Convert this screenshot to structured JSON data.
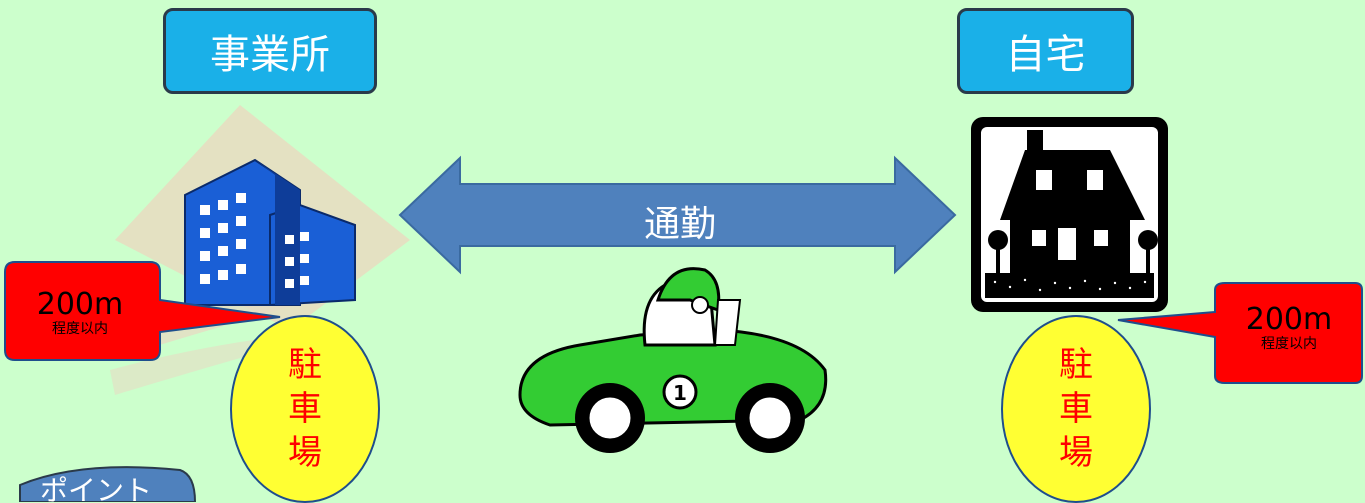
{
  "office": {
    "title": "事業所"
  },
  "home": {
    "title": "自宅"
  },
  "commute": {
    "label": "通勤"
  },
  "office_callout": {
    "distance": "200m",
    "note": "程度以内"
  },
  "home_callout": {
    "distance": "200m",
    "note": "程度以内"
  },
  "parking": {
    "chars": [
      "駐",
      "車",
      "場"
    ]
  },
  "colors": {
    "background": "#ccffcc",
    "label_bg": "#1ab0e8",
    "callout_red": "#ff0000",
    "parking_yellow": "#ffff33",
    "arrow_blue": "#4f81bd",
    "car_green": "#33cc33"
  }
}
